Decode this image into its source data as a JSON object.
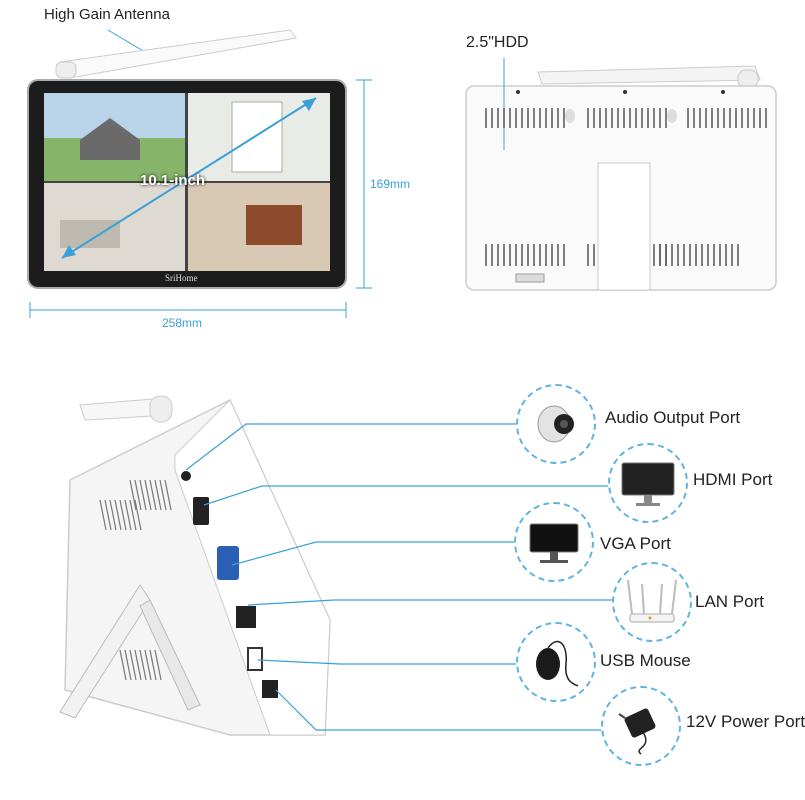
{
  "top": {
    "antenna_label": "High Gain Antenna",
    "hdd_label": "2.5\"HDD",
    "screen_size": "10.1-inch",
    "height_dim": "169mm",
    "width_dim": "258mm",
    "brand": "SriHome"
  },
  "ports": [
    {
      "label": "Audio Output Port",
      "icon": "speaker-icon"
    },
    {
      "label": "HDMI Port",
      "icon": "monitor-icon"
    },
    {
      "label": "VGA Port",
      "icon": "monitor-icon"
    },
    {
      "label": "LAN Port",
      "icon": "router-icon"
    },
    {
      "label": "USB Mouse",
      "icon": "mouse-icon"
    },
    {
      "label": "12V Power Port",
      "icon": "power-adapter-icon"
    }
  ],
  "colors": {
    "accent": "#3aa0d8",
    "dashed": "#5fb4e0",
    "bezel": "#1c1c1c"
  }
}
